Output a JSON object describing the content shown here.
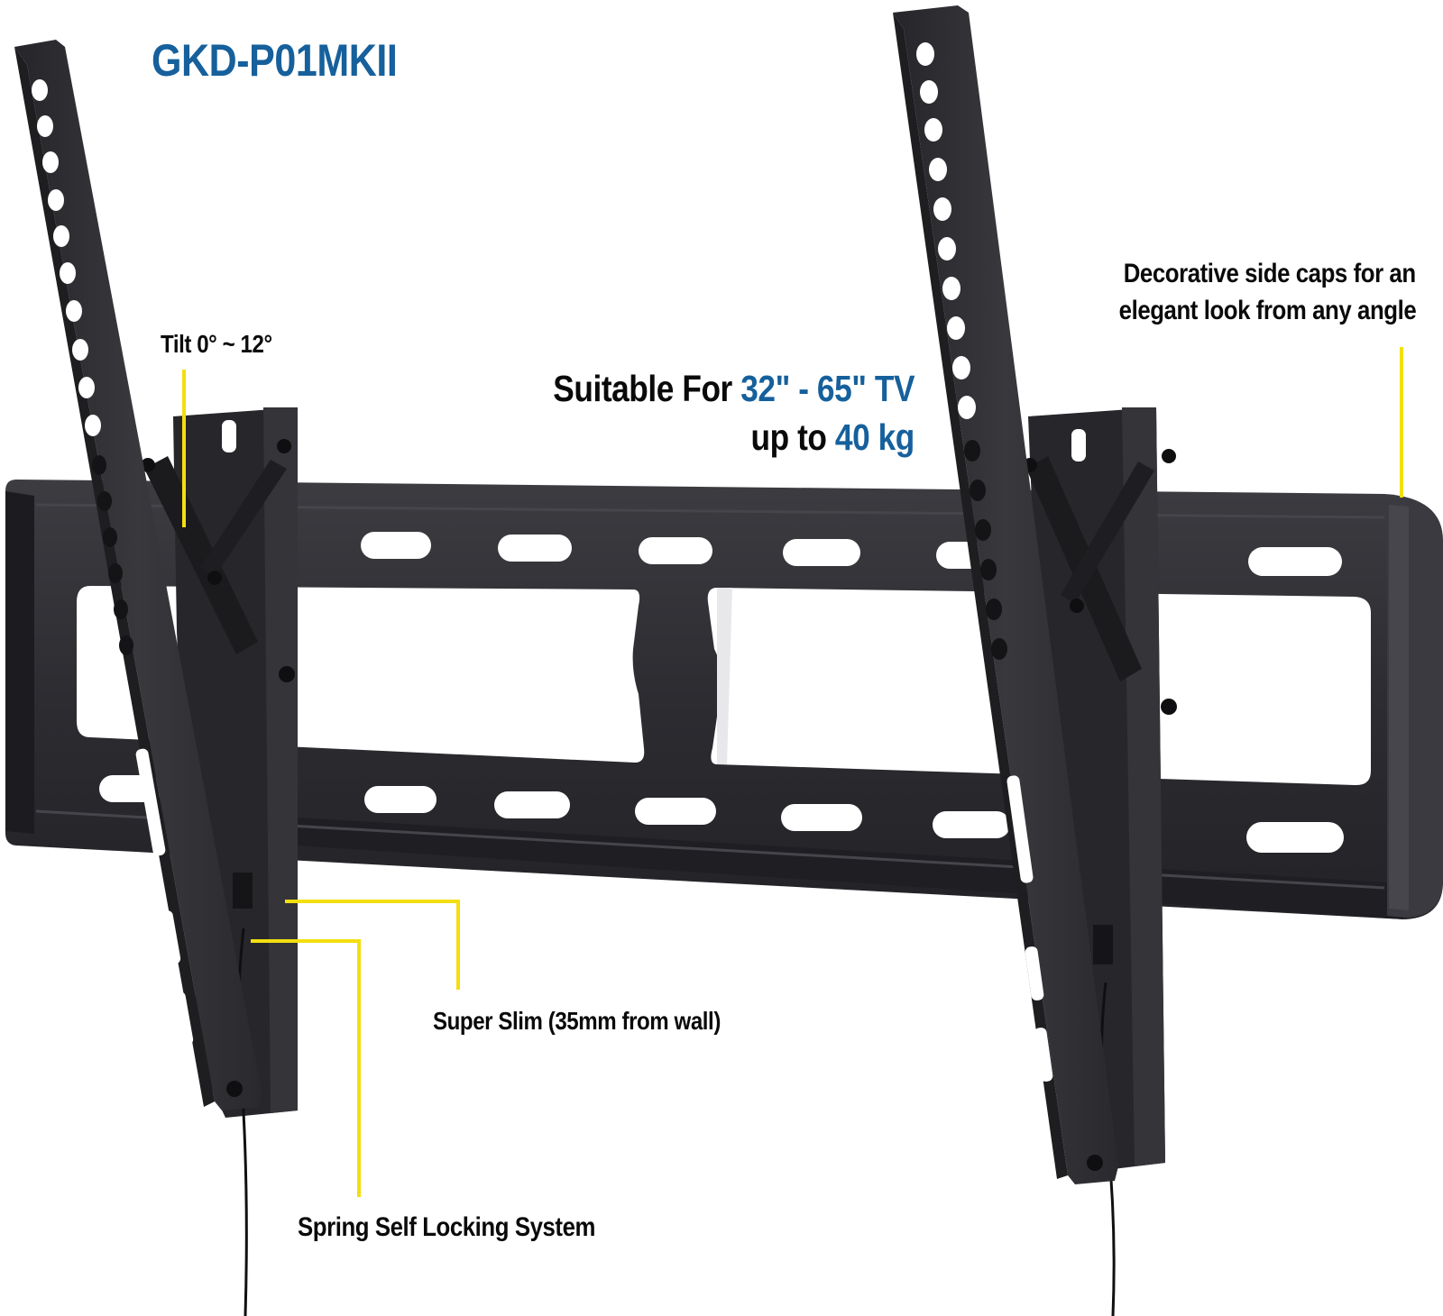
{
  "product": {
    "model": "GKD-P01MKII"
  },
  "callouts": {
    "tilt": "Tilt 0° ~ 12°",
    "suitable_prefix": "Suitable For ",
    "suitable_size": "32\" - 65\" TV",
    "capacity_prefix": "up to ",
    "capacity_value": "40 kg",
    "side_caps_line1": "Decorative side caps for an",
    "side_caps_line2": "elegant look from any angle",
    "slim": "Super Slim (35mm from wall)",
    "spring": "Spring Self Locking System"
  },
  "colors": {
    "accent_blue": "#16609c",
    "callout_line": "#f3df10",
    "metal": "#2d2d31",
    "text": "#0a0a0a"
  }
}
